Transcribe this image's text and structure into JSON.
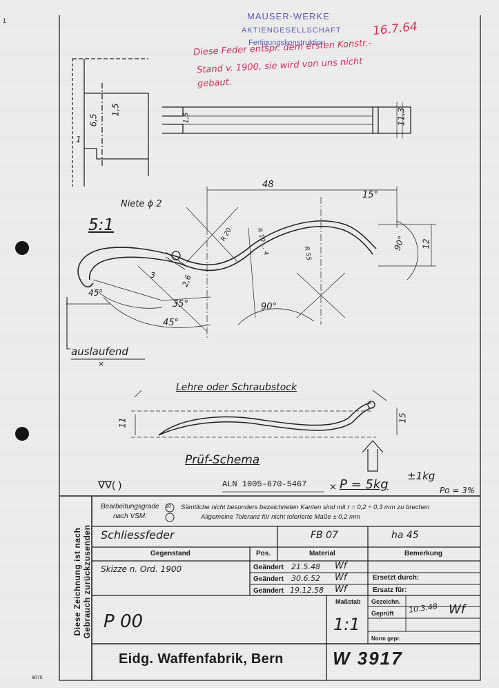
{
  "stamp": {
    "company": "MAUSER-WERKE",
    "company_type": "AKTIENGESELLSCHAFT",
    "department": "Fertigungskonstruktion"
  },
  "note": {
    "date": "16.7.64",
    "line1": "Diese Feder entspr. dem ersten Konstr.-",
    "line2": "Stand v. 1900, sie wird von uns nicht",
    "line3": "gebaut."
  },
  "drawing": {
    "dim_a": "6,5",
    "dim_b": "1,5",
    "dim_c": "1,5",
    "dim_d": "11,3",
    "dim_e": "1",
    "dim_len": "48",
    "angle_top": "15°",
    "rivet_label": "Niete ϕ 2",
    "scale": "5:1",
    "r_a": "R 20",
    "r_b": "R 10 ... 4",
    "r_c": "R 55",
    "angle_right": "90°",
    "height_right": "12",
    "dim_3": "3",
    "dim_26": "2,6",
    "angle_45a": "45°",
    "angle_35": "35°",
    "angle_45b": "45°",
    "angle_90": "90°",
    "end_label": "auslaufend",
    "end_mark": "×",
    "gauge_label": "Lehre oder Schraubstock",
    "test_label": "Prüf-Schema",
    "test_h_left": "11",
    "test_h_right": "15"
  },
  "spec": {
    "surface": "∇∇(        )",
    "standard": "ALN 1005-670-5467",
    "mark": "×",
    "force": "P = 5kg",
    "tolerance": "±1kg",
    "po": "Po = 3%"
  },
  "titleblock": {
    "side_text_1": "Diese Zeichnung ist nach",
    "side_text_2": "Gebrauch zurückzusenden",
    "finish_label": "Bearbeitungsgrade",
    "finish_label2": "nach VSM:",
    "finish_symbol": "10",
    "note1": "Sämtliche nicht besonders bezeichneten Kanten sind mit r = 0,2 ÷ 0,3 mm zu brechen",
    "note2": "Allgemeine Toleranz für nicht tolerierte Maße ± 0,2 mm",
    "part_name": "Schliessfeder",
    "part_code": "FB 07",
    "material_code": "ha 45",
    "h_gegenstand": "Gegenstand",
    "h_pos": "Pos.",
    "h_material": "Material",
    "h_bemerkung": "Bemerkung",
    "sketch": "Skizze n. Ord. 1900",
    "changes": [
      {
        "label": "Geändert",
        "date": "21.5.48",
        "sign": "Wf"
      },
      {
        "label": "Geändert",
        "date": "30.6.52",
        "sign": "Wf"
      },
      {
        "label": "Geändert",
        "date": "19.12.58",
        "sign": "Wf"
      }
    ],
    "replaced_by": "Ersetzt durch:",
    "replacement_for": "Ersatz für:",
    "drawing_code": "P 00",
    "h_massstab": "Maßstab",
    "massstab": "1:1",
    "drawn_by": "Gezeichn.",
    "checked_by": "Geprüft",
    "checked_date": "10.3.48",
    "checked_sign": "Wf",
    "norm": "Norm gepr.",
    "company": "Eidg. Waffenfabrik, Bern",
    "drawing_no": "W 3917",
    "footer_code": "8075",
    "corner_mark": "1"
  }
}
